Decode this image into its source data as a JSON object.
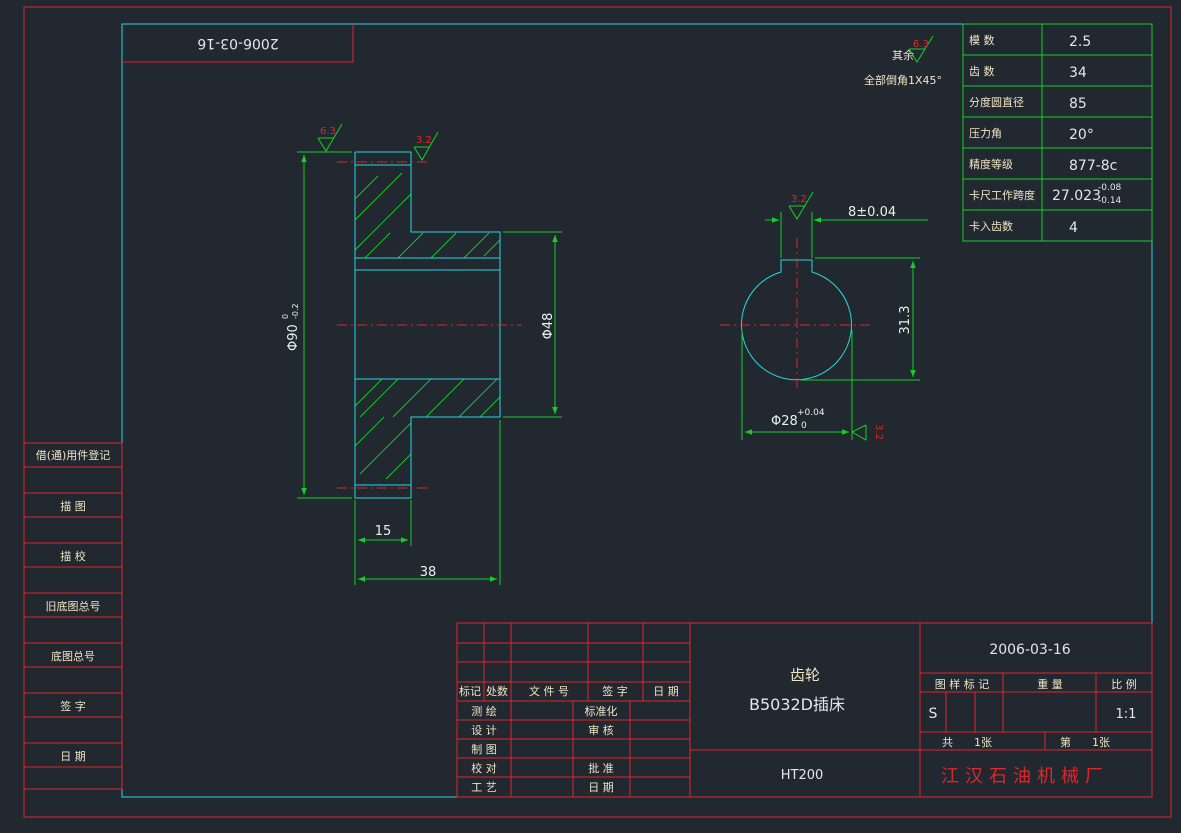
{
  "drawing": {
    "date_top_mirrored": "2006-03-16",
    "roughness": {
      "note_label": "其余",
      "note_value": "6.3",
      "chamfer_note": "全部倒角1X45°",
      "left_top": "6.3",
      "left_top2": "3.2",
      "keyway_top": "3.2",
      "bore_right": "3.2"
    },
    "dimensions": {
      "outer_dia": "Φ90",
      "outer_tol_up": "0",
      "outer_tol_low": "-0.2",
      "hub_dia": "Φ48",
      "width_15": "15",
      "width_38": "38",
      "key_width": "8±0.04",
      "key_depth": "31.3",
      "bore_dia": "Φ28",
      "bore_tol_up": "+0.04",
      "bore_tol_low": "0"
    },
    "param_table": [
      {
        "label": "模    数",
        "value": "2.5"
      },
      {
        "label": "齿    数",
        "value": "34"
      },
      {
        "label": "分度圆直径",
        "value": "85"
      },
      {
        "label": "压力角",
        "value": "20°"
      },
      {
        "label": "精度等级",
        "value": "877-8c"
      },
      {
        "label": "卡尺工作跨度",
        "value": "27.023",
        "tol_up": "-0.08",
        "tol_low": "-0.14"
      },
      {
        "label": "卡入齿数",
        "value": "4"
      }
    ],
    "side_labels": [
      "借(通)用件登记",
      "描    图",
      "描    校",
      "旧底图总号",
      "底图总号",
      "签    字",
      "日    期"
    ],
    "title_block": {
      "part_name": "齿轮",
      "machine": "B5032D插床",
      "material": "HT200",
      "date": "2006-03-16",
      "hdr_mark": "图 样 标 记",
      "hdr_weight": "重    量",
      "hdr_scale": "比 例",
      "mark_value": "S",
      "scale_value": "1:1",
      "sheets_total_label": "共",
      "sheets_total": "1张",
      "sheet_no_label": "第",
      "sheet_no": "1张",
      "company": "江汉石油机械厂",
      "rev_headers": [
        "标记",
        "处数",
        "文 件 号",
        "签    字",
        "日    期"
      ],
      "roles_left": [
        "测 绘",
        "设 计",
        "制 图",
        "校 对",
        "工 艺"
      ],
      "roles_mid": [
        "标准化",
        "审 核",
        "",
        "批 准",
        "日 期"
      ]
    }
  }
}
